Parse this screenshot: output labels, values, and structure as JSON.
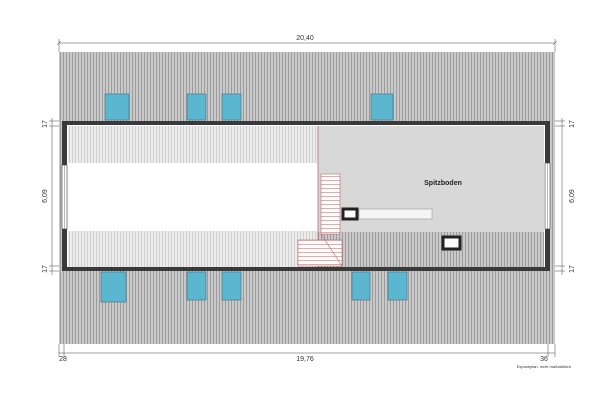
{
  "dimensions": {
    "overall_width": "20,40",
    "inner_width": "19,76",
    "left_offset": "28",
    "right_offset": "36",
    "depth_left": "6,09",
    "depth_right": "6,09",
    "wall_top_left": "17",
    "wall_bottom_left": "17",
    "wall_top_right": "17",
    "wall_bottom_right": "17"
  },
  "rooms": {
    "attic_label": "Spitzboden"
  },
  "footer": {
    "note": "Exposéplan, nicht maßstäblich"
  },
  "colors": {
    "roof": "#c8c8c8",
    "roof_stripe": "#9a9a9a",
    "window": "#5bb6cf",
    "wall": "#3a3a3a",
    "attic_floor": "#d9d9d9",
    "open_area": "#ffffff"
  }
}
